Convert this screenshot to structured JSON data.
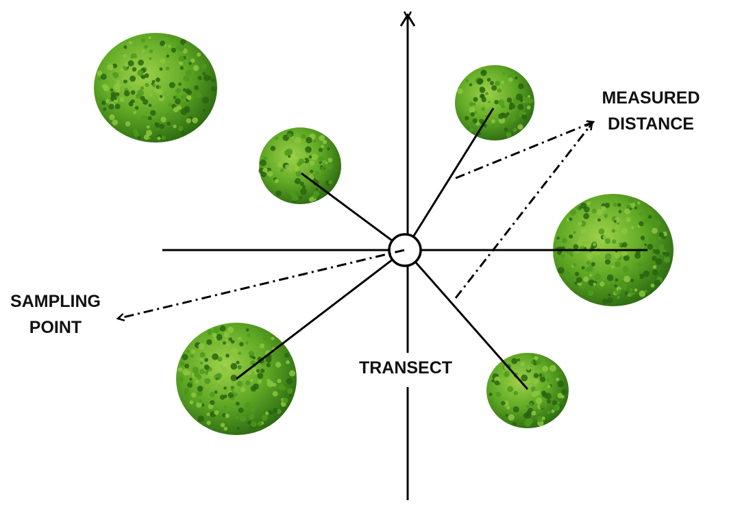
{
  "labels": {
    "measured_distance": [
      "MEASURED",
      "DISTANCE"
    ],
    "sampling_point": [
      "SAMPLING",
      "POINT"
    ],
    "transect": "TRANSECT"
  },
  "colors": {
    "line": "#000000",
    "bush_light": "#8cc63f",
    "bush_mid": "#4e9a1e",
    "bush_dark": "#2a6410"
  },
  "bushes": [
    {
      "name": "tree-top-left",
      "measured": false
    },
    {
      "name": "tree-upper-left",
      "measured": true
    },
    {
      "name": "tree-upper-right",
      "measured": true
    },
    {
      "name": "tree-right",
      "measured": false
    },
    {
      "name": "tree-lower-left",
      "measured": true
    },
    {
      "name": "tree-lower-right",
      "measured": true
    }
  ]
}
